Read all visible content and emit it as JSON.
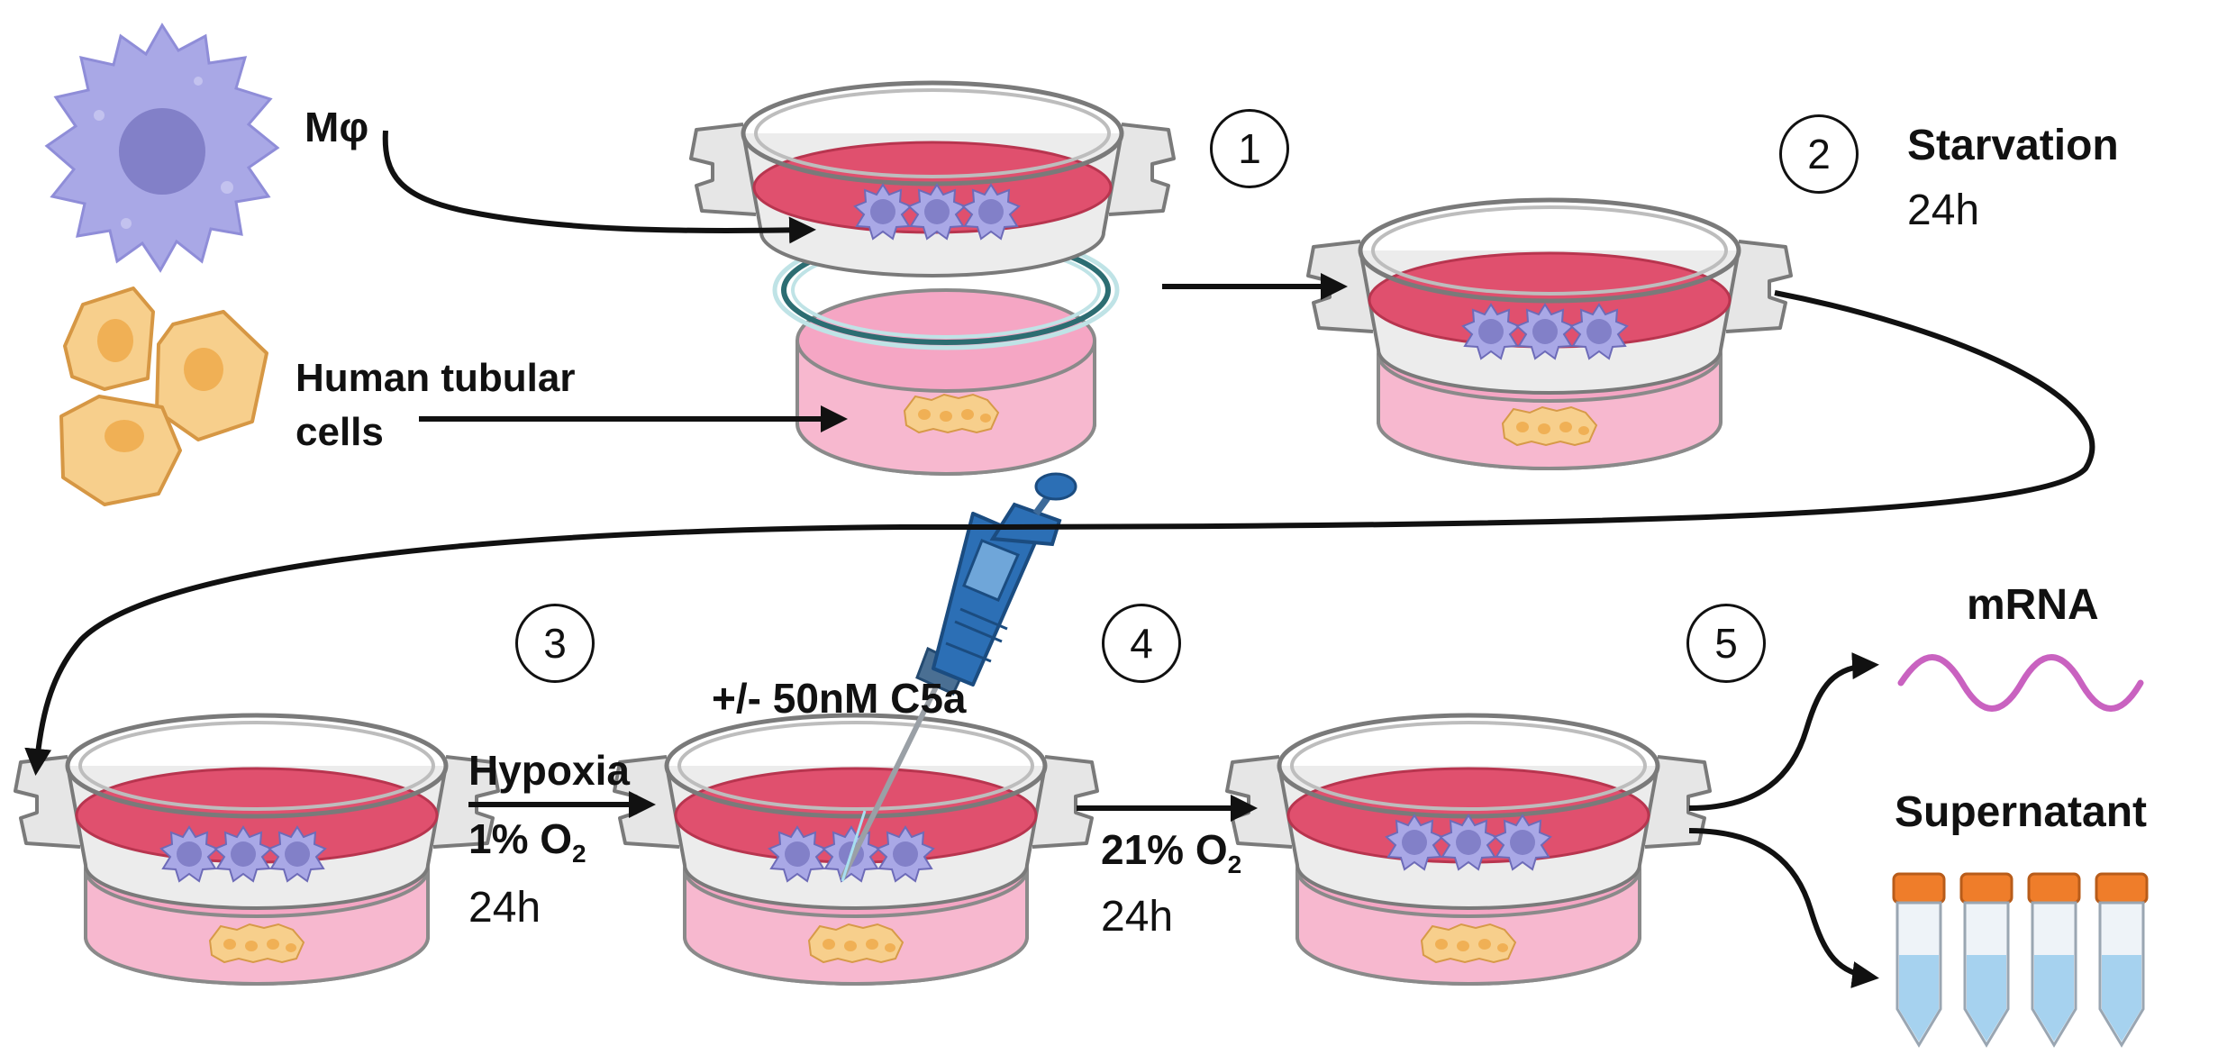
{
  "labels": {
    "macrophage": "Mφ",
    "tubular_line1": "Human tubular",
    "tubular_line2": "cells",
    "starvation": "Starvation",
    "starvation_time": "24h",
    "treatment": "+/- 50nM C5a",
    "hypoxia": "Hypoxia",
    "hypoxia_o2": "1% O",
    "hypoxia_o2_sub": "2",
    "hypoxia_time": "24h",
    "reox_o2": "21% O",
    "reox_o2_sub": "2",
    "reox_time": "24h",
    "mrna": "mRNA",
    "supernatant": "Supernatant"
  },
  "steps": [
    "1",
    "2",
    "3",
    "4",
    "5"
  ],
  "colors": {
    "medium": "#e0506e",
    "lower_medium": "#f5a6c4",
    "cell_body": "#a9a8e6",
    "cell_nucleus": "#8280c8",
    "tubular_cell": "#f7cf8c",
    "tubular_nucleus": "#f0b055",
    "mrna": "#c962c0",
    "tube_cap": "#ef7d2a",
    "tube_liquid": "#a6d2ef",
    "pipette": "#2c6fb5",
    "arrow": "#111111"
  }
}
